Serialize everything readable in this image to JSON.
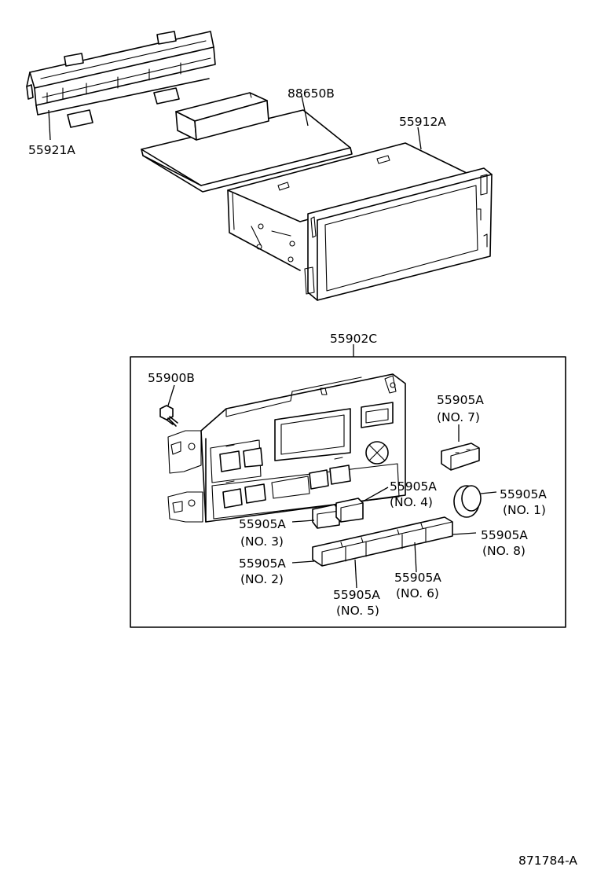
{
  "callouts": {
    "bracket": "55921A",
    "module_box": "88650B",
    "display_unit": "55912A",
    "control_assy": "55902C",
    "screw": "55900B",
    "knob_no7": {
      "part": "55905A",
      "num": "(NO. 7)"
    },
    "knob_no4": {
      "part": "55905A",
      "num": "(NO. 4)"
    },
    "knob_no1": {
      "part": "55905A",
      "num": "(NO. 1)"
    },
    "knob_no3": {
      "part": "55905A",
      "num": "(NO. 3)"
    },
    "knob_no8": {
      "part": "55905A",
      "num": "(NO. 8)"
    },
    "knob_no2": {
      "part": "55905A",
      "num": "(NO. 2)"
    },
    "knob_no6": {
      "part": "55905A",
      "num": "(NO. 6)"
    },
    "knob_no5": {
      "part": "55905A",
      "num": "(NO. 5)"
    }
  },
  "diagram_id": "871784-A"
}
